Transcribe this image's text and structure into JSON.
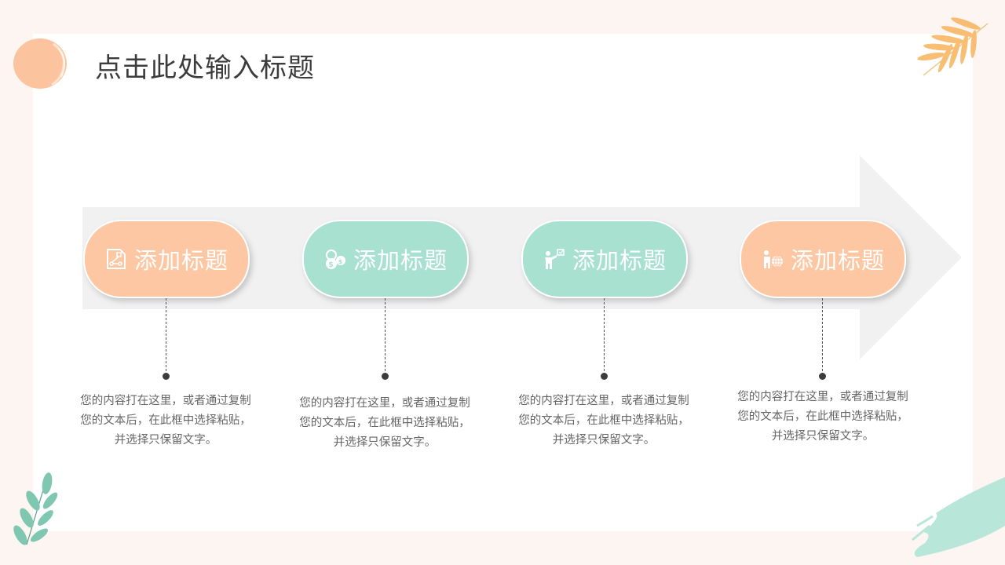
{
  "slide": {
    "title": "点击此处输入标题",
    "colors": {
      "background": "#fdf5f1",
      "panel": "#ffffff",
      "orange": "#fdc7a3",
      "green": "#a9e1d0",
      "arrow": "#f1f1f2",
      "title_text": "#3c3c3c",
      "body_text": "#666666"
    }
  },
  "steps": [
    {
      "label": "添加标题",
      "icon": "flowchart-document-icon",
      "color": "orange",
      "description": [
        "您的内容打在这里，或者通过复制",
        "您的文本后，在此框中选择粘贴，",
        "并选择只保留文字。"
      ]
    },
    {
      "label": "添加标题",
      "icon": "coins-icon",
      "color": "green",
      "description": [
        "您的内容打在这里，或者通过复制",
        "您的文本后，在此框中选择粘贴，",
        "并选择只保留文字。"
      ]
    },
    {
      "label": "添加标题",
      "icon": "presenter-checklist-icon",
      "color": "green",
      "description": [
        "您的内容打在这里，或者通过复制",
        "您的文本后，在此框中选择粘贴，",
        "并选择只保留文字。"
      ]
    },
    {
      "label": "添加标题",
      "icon": "presenter-globe-icon",
      "color": "orange",
      "description": [
        "您的内容打在这里，或者通过复制",
        "您的文本后，在此框中选择粘贴，",
        "并选择只保留文字。"
      ]
    }
  ],
  "decorations": [
    "orange-brush-circle",
    "orange-leaf-top-right",
    "green-leaf-bottom-left",
    "green-brush-bottom-right"
  ]
}
